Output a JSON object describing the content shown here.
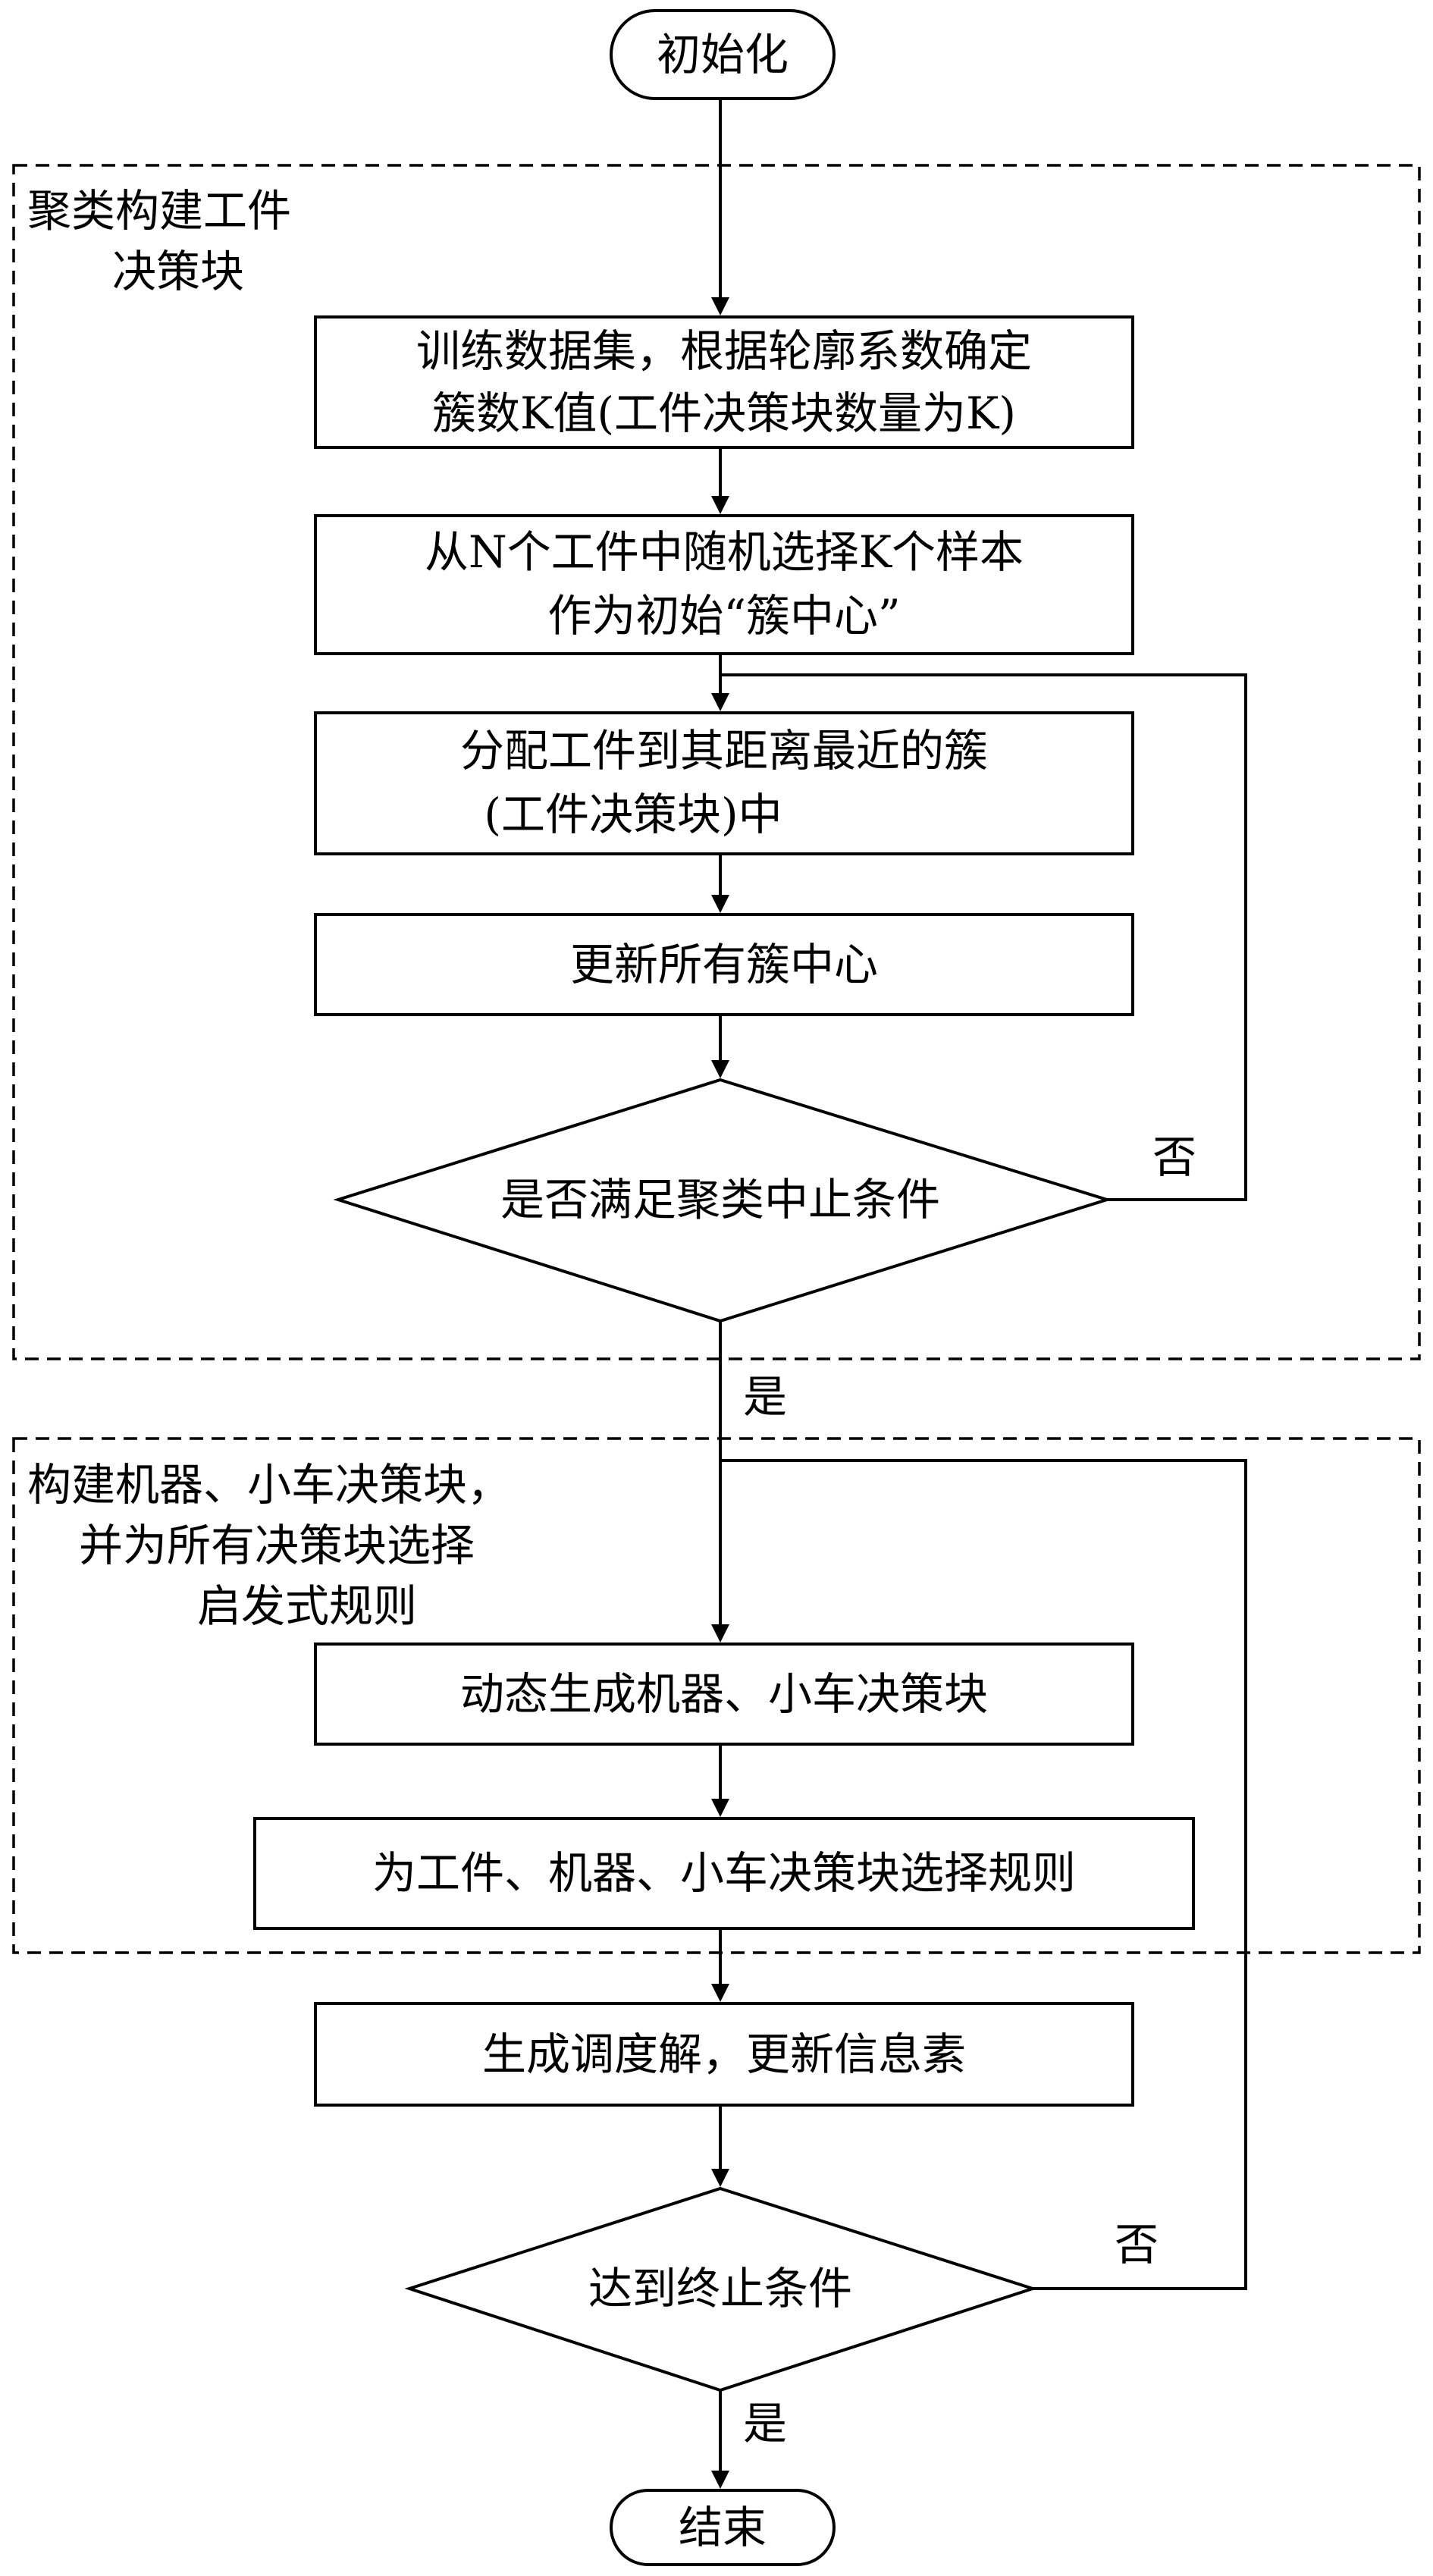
{
  "groups": {
    "cluster": {
      "title_lines": [
        "聚类构建工件",
        "决策块"
      ]
    },
    "decision": {
      "title_lines": [
        "构建机器、小车决策块，",
        "并为所有决策块选择",
        "启发式规则"
      ]
    }
  },
  "nodes": {
    "init": {
      "text": "初始化"
    },
    "train": {
      "lines": [
        "训练数据集，根据轮廓系数确定",
        "簇数K值(工件决策块数量为K)"
      ]
    },
    "select": {
      "lines": [
        "从N个工件中随机选择K个样本",
        "作为初始“簇中心”"
      ]
    },
    "assign": {
      "lines": [
        "分配工件到其距离最近的簇",
        "(工件决策块)中"
      ]
    },
    "update": {
      "text": "更新所有簇中心"
    },
    "check_cluster": {
      "text": "是否满足聚类中止条件"
    },
    "gen_blocks": {
      "text": "动态生成机器、小车决策块"
    },
    "select_rules": {
      "text": "为工件、机器、小车决策块选择规则"
    },
    "gen_solution": {
      "text": "生成调度解，更新信息素"
    },
    "check_stop": {
      "text": "达到终止条件"
    },
    "end": {
      "text": "结束"
    }
  },
  "edges": {
    "cluster_no": "否",
    "cluster_yes": "是",
    "stop_no": "否",
    "stop_yes": "是"
  }
}
